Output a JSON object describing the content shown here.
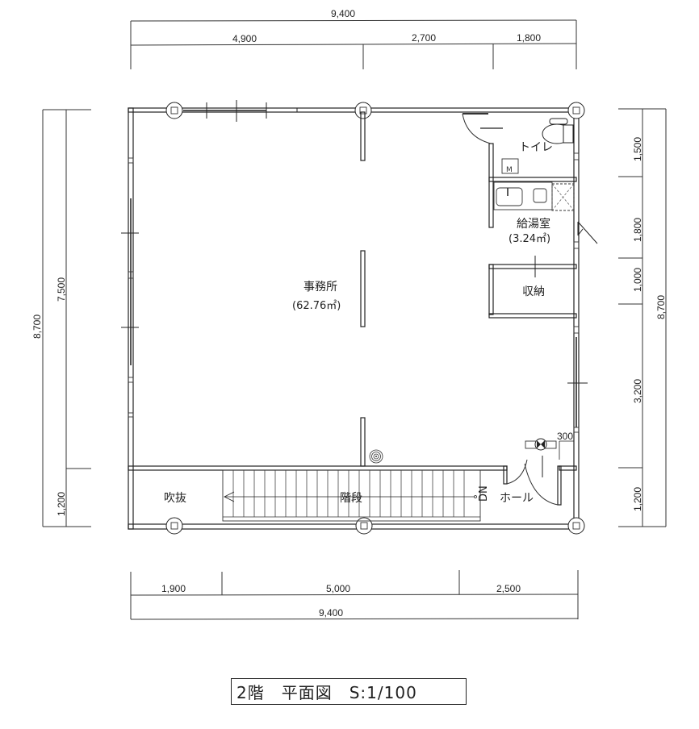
{
  "drawing": {
    "title": "2階　平面図　S:1/100",
    "floor": "2階",
    "type": "平面図",
    "scale": "S:1/100"
  },
  "dimensions": {
    "top_total": "9,400",
    "top_segments": [
      "4,900",
      "2,700",
      "1,800"
    ],
    "bottom_segments": [
      "1,900",
      "5,000",
      "2,500"
    ],
    "bottom_total": "9,400",
    "left_total": "8,700",
    "left_segments": [
      "7,500",
      "1,200"
    ],
    "right_segments": [
      "1,500",
      "1,800",
      "1,000",
      "3,200",
      "1,200"
    ],
    "right_total": "8,700",
    "offset_note": "300"
  },
  "rooms": {
    "office": {
      "name": "事務所",
      "area": "(62.76㎡)"
    },
    "toilet": {
      "name": "トイレ"
    },
    "kitchenette": {
      "name": "給湯室",
      "area": "(3.24㎡)"
    },
    "storage": {
      "name": "収納"
    },
    "void": {
      "name": "吹抜"
    },
    "stairs": {
      "name": "階段",
      "direction": "DN"
    },
    "hall": {
      "name": "ホール"
    }
  }
}
